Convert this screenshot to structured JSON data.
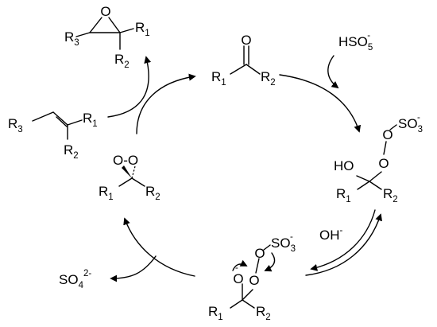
{
  "figure": {
    "epoxide": {
      "r1": "R",
      "r1_sub": "1",
      "r2": "R",
      "r2_sub": "2",
      "r3": "R",
      "r3_sub": "3",
      "oxygen": "O"
    },
    "alkene": {
      "r1": "R",
      "r1_sub": "1",
      "r2": "R",
      "r2_sub": "2",
      "r3": "R",
      "r3_sub": "3"
    },
    "ketone": {
      "oxygen": "O",
      "r1": "R",
      "r1_sub": "1",
      "r2": "R",
      "r2_sub": "2"
    },
    "oxone": {
      "main": "HSO",
      "sub": "5",
      "charge": "-"
    },
    "criegee": {
      "oxygen1": "O",
      "oxygen2": "O",
      "so3": "SO",
      "so3_sub": "3",
      "so3_charge": "-",
      "ho": "HO",
      "r1": "R",
      "r1_sub": "1",
      "r2": "R",
      "r2_sub": "2"
    },
    "hydroxide": {
      "label": "OH",
      "charge": "-"
    },
    "anion": {
      "oxygen_minus": "O",
      "minus": "-",
      "oxygen1": "O",
      "oxygen2": "O",
      "so3": "SO",
      "so3_sub": "3",
      "so3_charge": "-",
      "r1": "R",
      "r1_sub": "1",
      "r2": "R",
      "r2_sub": "2"
    },
    "sulfate": {
      "main": "SO",
      "sub": "4",
      "charge": "2-"
    },
    "dioxirane": {
      "oxygens": "O-O",
      "r1": "R",
      "r1_sub": "1",
      "r2": "R",
      "r2_sub": "2"
    }
  }
}
